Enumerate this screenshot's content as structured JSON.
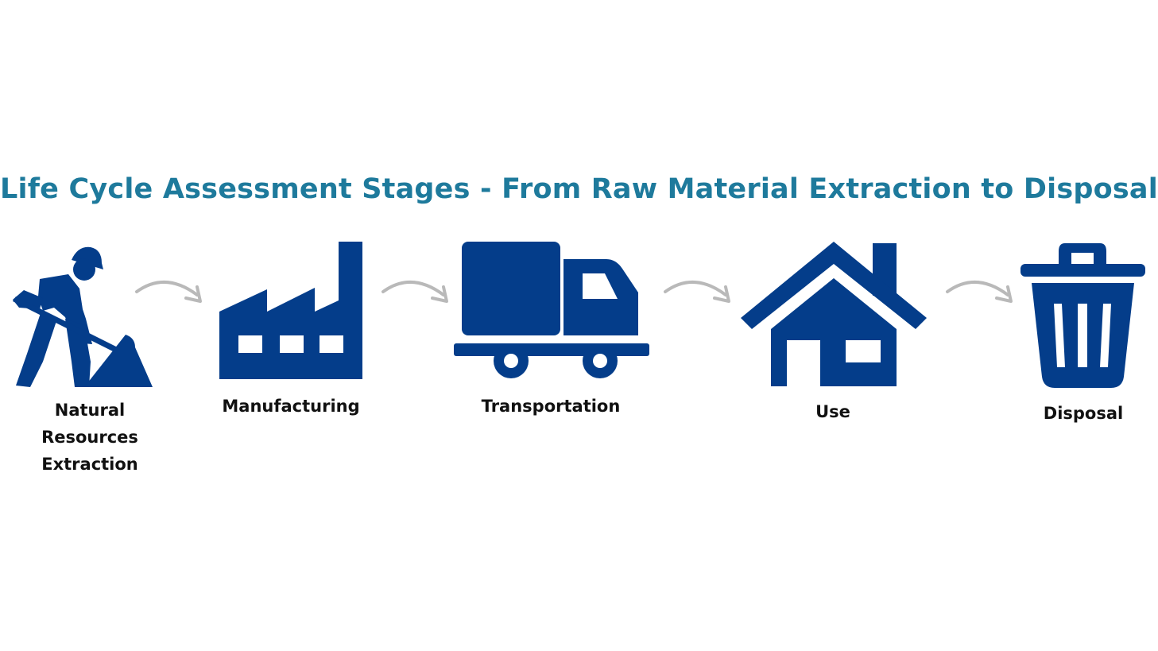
{
  "title": "Life Cycle Assessment Stages - From Raw Material Extraction to Disposal",
  "colors": {
    "title": "#1e7a9c",
    "icon": "#043d8a",
    "arrow": "#b9b9b9",
    "label": "#111111",
    "background": "#ffffff"
  },
  "stages": [
    {
      "icon": "worker-shovel-icon",
      "label": "Natural\nResources\nExtraction"
    },
    {
      "icon": "factory-icon",
      "label": "Manufacturing"
    },
    {
      "icon": "delivery-truck-icon",
      "label": "Transportation"
    },
    {
      "icon": "house-icon",
      "label": "Use"
    },
    {
      "icon": "trash-can-icon",
      "label": "Disposal"
    }
  ],
  "connectors": [
    {
      "from": "Natural Resources Extraction",
      "to": "Manufacturing"
    },
    {
      "from": "Manufacturing",
      "to": "Transportation"
    },
    {
      "from": "Transportation",
      "to": "Use"
    },
    {
      "from": "Use",
      "to": "Disposal"
    }
  ]
}
